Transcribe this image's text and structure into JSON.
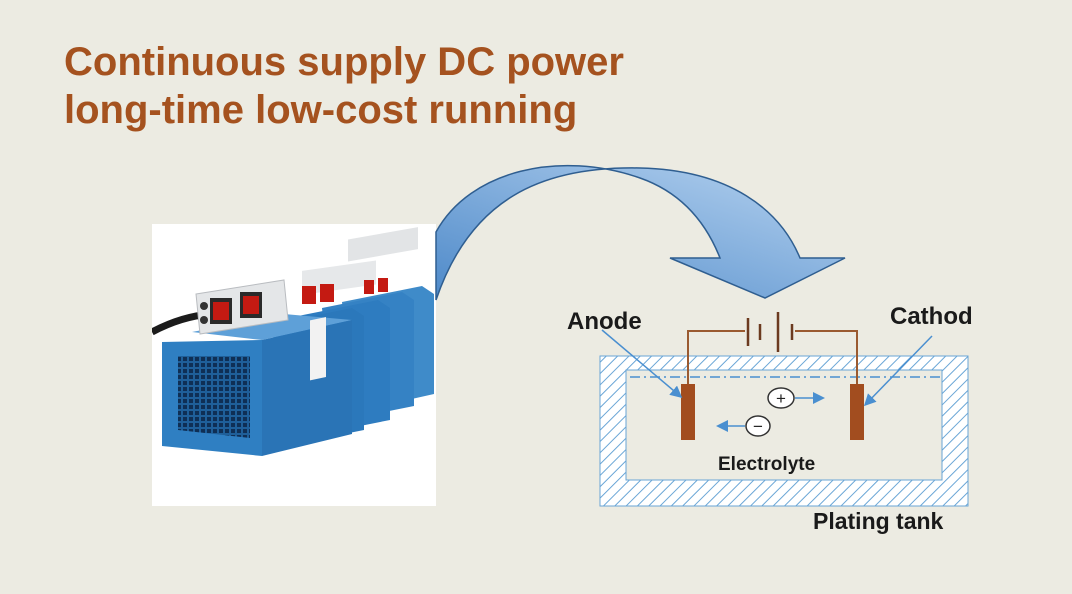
{
  "title": {
    "line1": "Continuous supply DC power",
    "line2": "long-time low-cost running"
  },
  "photo": {
    "subject": "DC power supply rectifier units",
    "colors": {
      "cabinet": "#2e7fc4",
      "panel": "#e2e4e6",
      "display": "#c41a12"
    }
  },
  "diagram": {
    "labels": {
      "anode": "Anode",
      "cathode": "Cathod",
      "electrolyte": "Electrolyte",
      "tank": "Plating tank"
    },
    "ions": {
      "positive": "+",
      "negative": "−"
    },
    "colors": {
      "electrode": "#a24d1f",
      "wire": "#9a5a30",
      "arrow": "#4a8fd0",
      "tank_hatch": "#6aa6d6",
      "big_arrow_fill": "#8ab6e4"
    }
  }
}
